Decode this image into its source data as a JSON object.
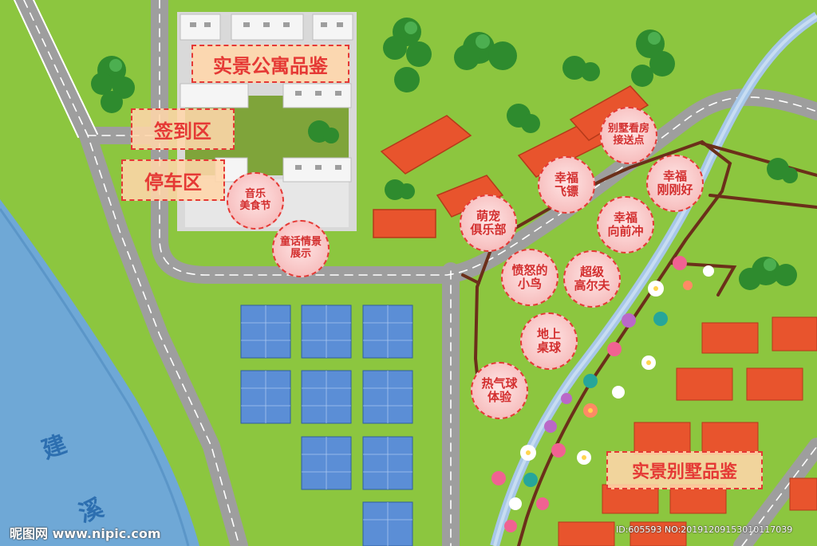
{
  "labels": {
    "apartment": "实景公寓品鉴",
    "checkin": "签到区",
    "parking": "停车区",
    "villa": "实景别墅品鉴"
  },
  "bubbles": [
    {
      "l1": "音乐",
      "l2": "美食节"
    },
    {
      "l1": "童话情景",
      "l2": "展示"
    },
    {
      "l1": "萌宠",
      "l2": "俱乐部"
    },
    {
      "l1": "幸福",
      "l2": "飞镖"
    },
    {
      "l1": "别墅看房",
      "l2": "接送点"
    },
    {
      "l1": "幸福",
      "l2": "刚刚好"
    },
    {
      "l1": "幸福",
      "l2": "向前冲"
    },
    {
      "l1": "愤怒的",
      "l2": "小鸟"
    },
    {
      "l1": "超级",
      "l2": "高尔夫"
    },
    {
      "l1": "地上",
      "l2": "桌球"
    },
    {
      "l1": "热气球",
      "l2": "体验"
    }
  ],
  "river": {
    "c1": "建",
    "c2": "溪"
  },
  "watermark": {
    "site": "昵图网 www.nipic.com",
    "id": "ID:605593 NO:20191209153010117039"
  }
}
